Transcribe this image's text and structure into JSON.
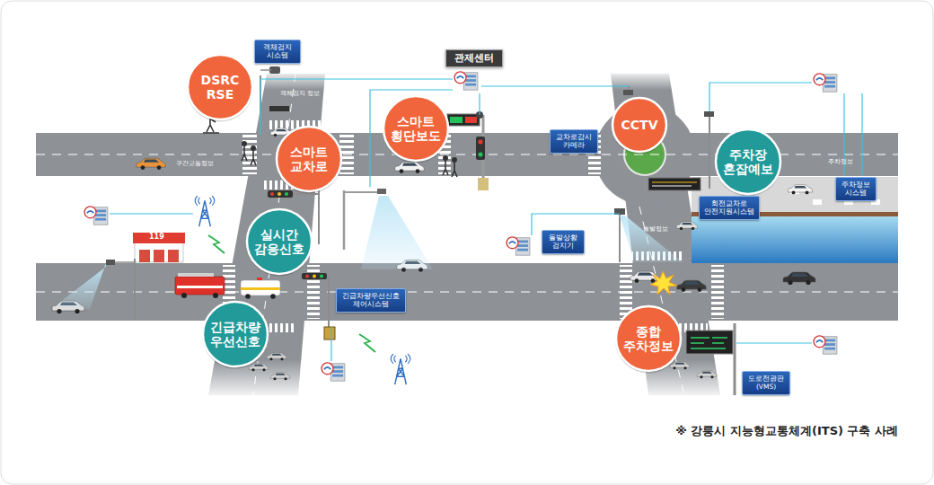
{
  "diagram": {
    "caption": "※ 강릉시 지능형교통체계(ITS) 구축 사례",
    "nodes": [
      {
        "text": [
          "객체검지 시스템"
        ]
      },
      {
        "text": [
          "관제센터"
        ]
      },
      {
        "text": [
          "DSRC RSE"
        ]
      },
      {
        "text": [
          "스마트 횡단보도"
        ]
      },
      {
        "text": [
          "CCTV"
        ]
      },
      {
        "text": [
          "교차로감시 카메라"
        ]
      },
      {
        "text": [
          "스마트 교차로"
        ]
      },
      {
        "text": [
          "주차장 혼잡예보"
        ]
      },
      {
        "text": [
          "주차정보 시스템"
        ]
      },
      {
        "text": [
          "회전교차로 안전지원시스템"
        ]
      },
      {
        "text": [
          "돌발상황 검지기"
        ]
      },
      {
        "text": [
          "실시간 감응신호"
        ]
      },
      {
        "text": [
          "긴급차량우선신호 제어시스템"
        ]
      },
      {
        "text": [
          "긴급차량 우선신호"
        ]
      },
      {
        "text": [
          "종합 주차정보"
        ]
      },
      {
        "text": [
          "도로전광판 (VMS)"
        ]
      }
    ],
    "labels": [
      "객체검지 정보",
      "구간교통정보",
      "주차정보",
      "119",
      "돌발정보"
    ]
  }
}
